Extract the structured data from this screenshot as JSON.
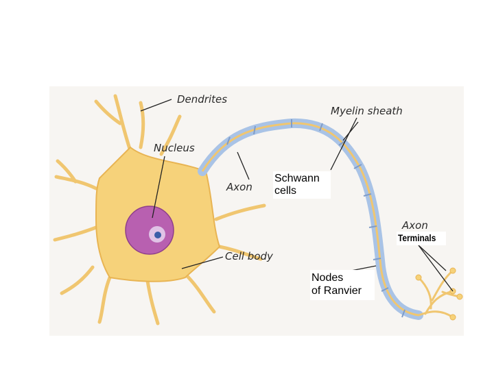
{
  "labels": {
    "dendrites": "Dendrites",
    "nucleus": "Nucleus",
    "myelin_sheath": "Myelin sheath",
    "axon": "Axon",
    "schwann_cells": [
      "Schwann",
      "cells"
    ],
    "axon_terminals_top": "Axon",
    "axon_terminals_bottom": "Terminals",
    "cell_body": "Cell body",
    "nodes_of_ranvier": [
      "Nodes",
      "of Ranvier"
    ]
  },
  "colors": {
    "cell_body": "#f6d27a",
    "cell_outline": "#e8b453",
    "nucleus": "#b860b0",
    "myelin": "#a9c3e6",
    "axon": "#f0c670",
    "leader": "#222222"
  }
}
